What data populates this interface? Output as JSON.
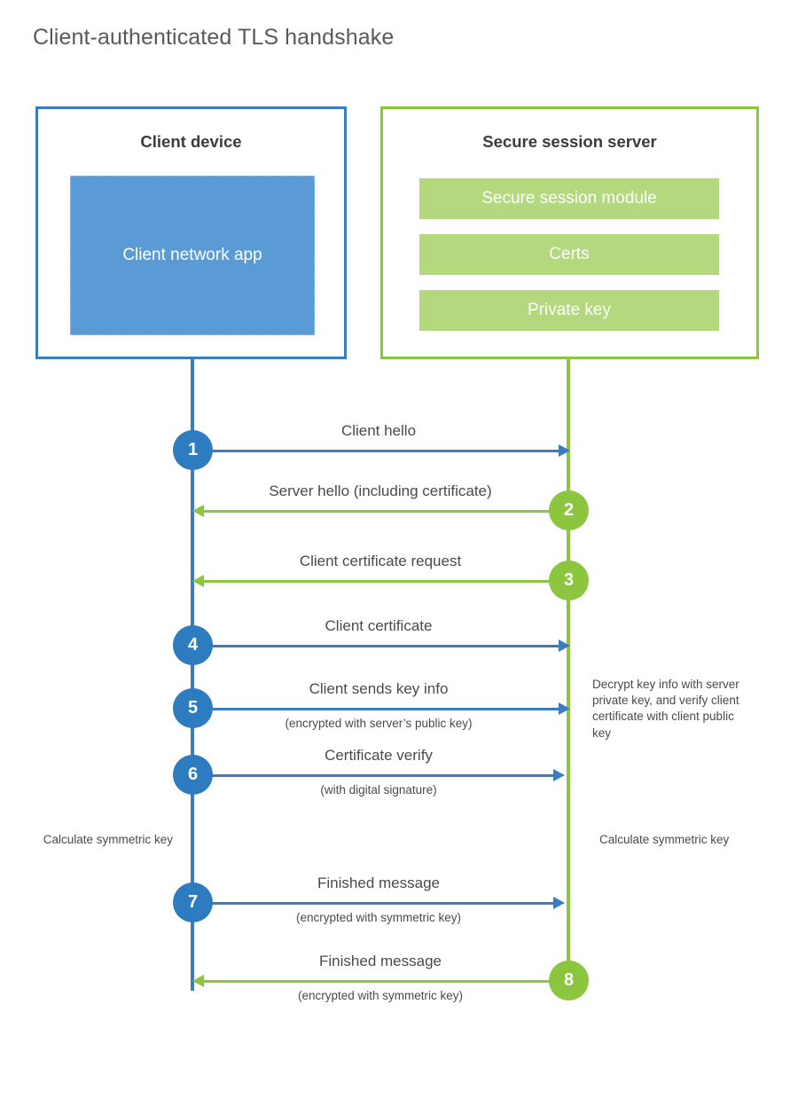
{
  "title": "Client-authenticated TLS handshake",
  "colors": {
    "client_blue": "#3b7cc1",
    "client_app_blue": "#5b9bd5",
    "server_green": "#8cc63f",
    "server_bar_green": "#b3d87e",
    "circle_blue": "#2e7cc0",
    "text_gray": "#4a4a4a",
    "title_gray": "#58595b"
  },
  "client": {
    "title": "Client device",
    "app_label": "Client network app"
  },
  "server": {
    "title": "Secure session server",
    "bars": [
      {
        "label": "Secure session module"
      },
      {
        "label": "Certs"
      },
      {
        "label": "Private key"
      }
    ]
  },
  "messages": [
    {
      "step": "1",
      "label": "Client hello",
      "sublabel": "",
      "direction": "client-to-server",
      "color": "blue"
    },
    {
      "step": "2",
      "label": "Server hello (including certificate)",
      "sublabel": "",
      "direction": "server-to-client",
      "color": "green"
    },
    {
      "step": "3",
      "label": "Client certificate request",
      "sublabel": "",
      "direction": "server-to-client",
      "color": "green"
    },
    {
      "step": "4",
      "label": "Client certificate",
      "sublabel": "",
      "direction": "client-to-server",
      "color": "blue"
    },
    {
      "step": "5",
      "label": "Client sends key info",
      "sublabel": "(encrypted with server’s public key)",
      "direction": "client-to-server",
      "color": "blue"
    },
    {
      "step": "6",
      "label": "Certificate verify",
      "sublabel": "(with digital signature)",
      "direction": "client-to-server",
      "color": "blue"
    },
    {
      "step": "7",
      "label": "Finished message",
      "sublabel": "(encrypted with symmetric key)",
      "direction": "client-to-server",
      "color": "blue"
    },
    {
      "step": "8",
      "label": "Finished message",
      "sublabel": "(encrypted with symmetric key)",
      "direction": "server-to-client",
      "color": "green"
    }
  ],
  "annotations": {
    "server_decrypt": "Decrypt key info with server private key, and verify client certificate with client public key",
    "client_calculate": "Calculate symmetric key",
    "server_calculate": "Calculate symmetric key"
  }
}
